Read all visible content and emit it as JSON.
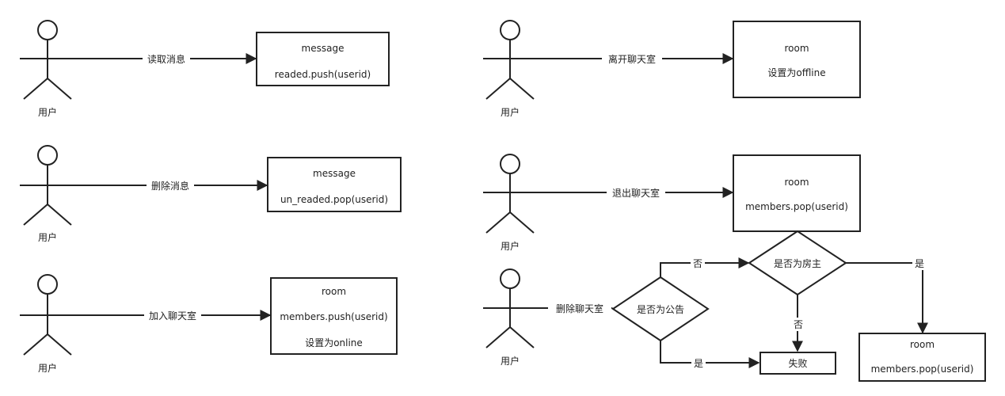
{
  "actor_label": "用户",
  "left_flows": [
    {
      "action": "读取消息",
      "target_title": "message",
      "target_lines": [
        "readed.push(userid)"
      ]
    },
    {
      "action": "删除消息",
      "target_title": "message",
      "target_lines": [
        "un_readed.pop(userid)"
      ]
    },
    {
      "action": "加入聊天室",
      "target_title": "room",
      "target_lines": [
        "members.push(userid)",
        "设置为online"
      ]
    }
  ],
  "right_flows": [
    {
      "action": "离开聊天室",
      "target_title": "room",
      "target_lines": [
        "设置为offline"
      ]
    },
    {
      "action": "退出聊天室",
      "target_title": "room",
      "target_lines": [
        "members.pop(userid)"
      ]
    }
  ],
  "decision_flow": {
    "action": "删除聊天室",
    "decision_announcement": "是否为公告",
    "decision_owner": "是否为房主",
    "yes_label": "是",
    "no_label": "否",
    "fail_label": "失败",
    "result_title": "room",
    "result_line": "members.pop(userid)"
  }
}
